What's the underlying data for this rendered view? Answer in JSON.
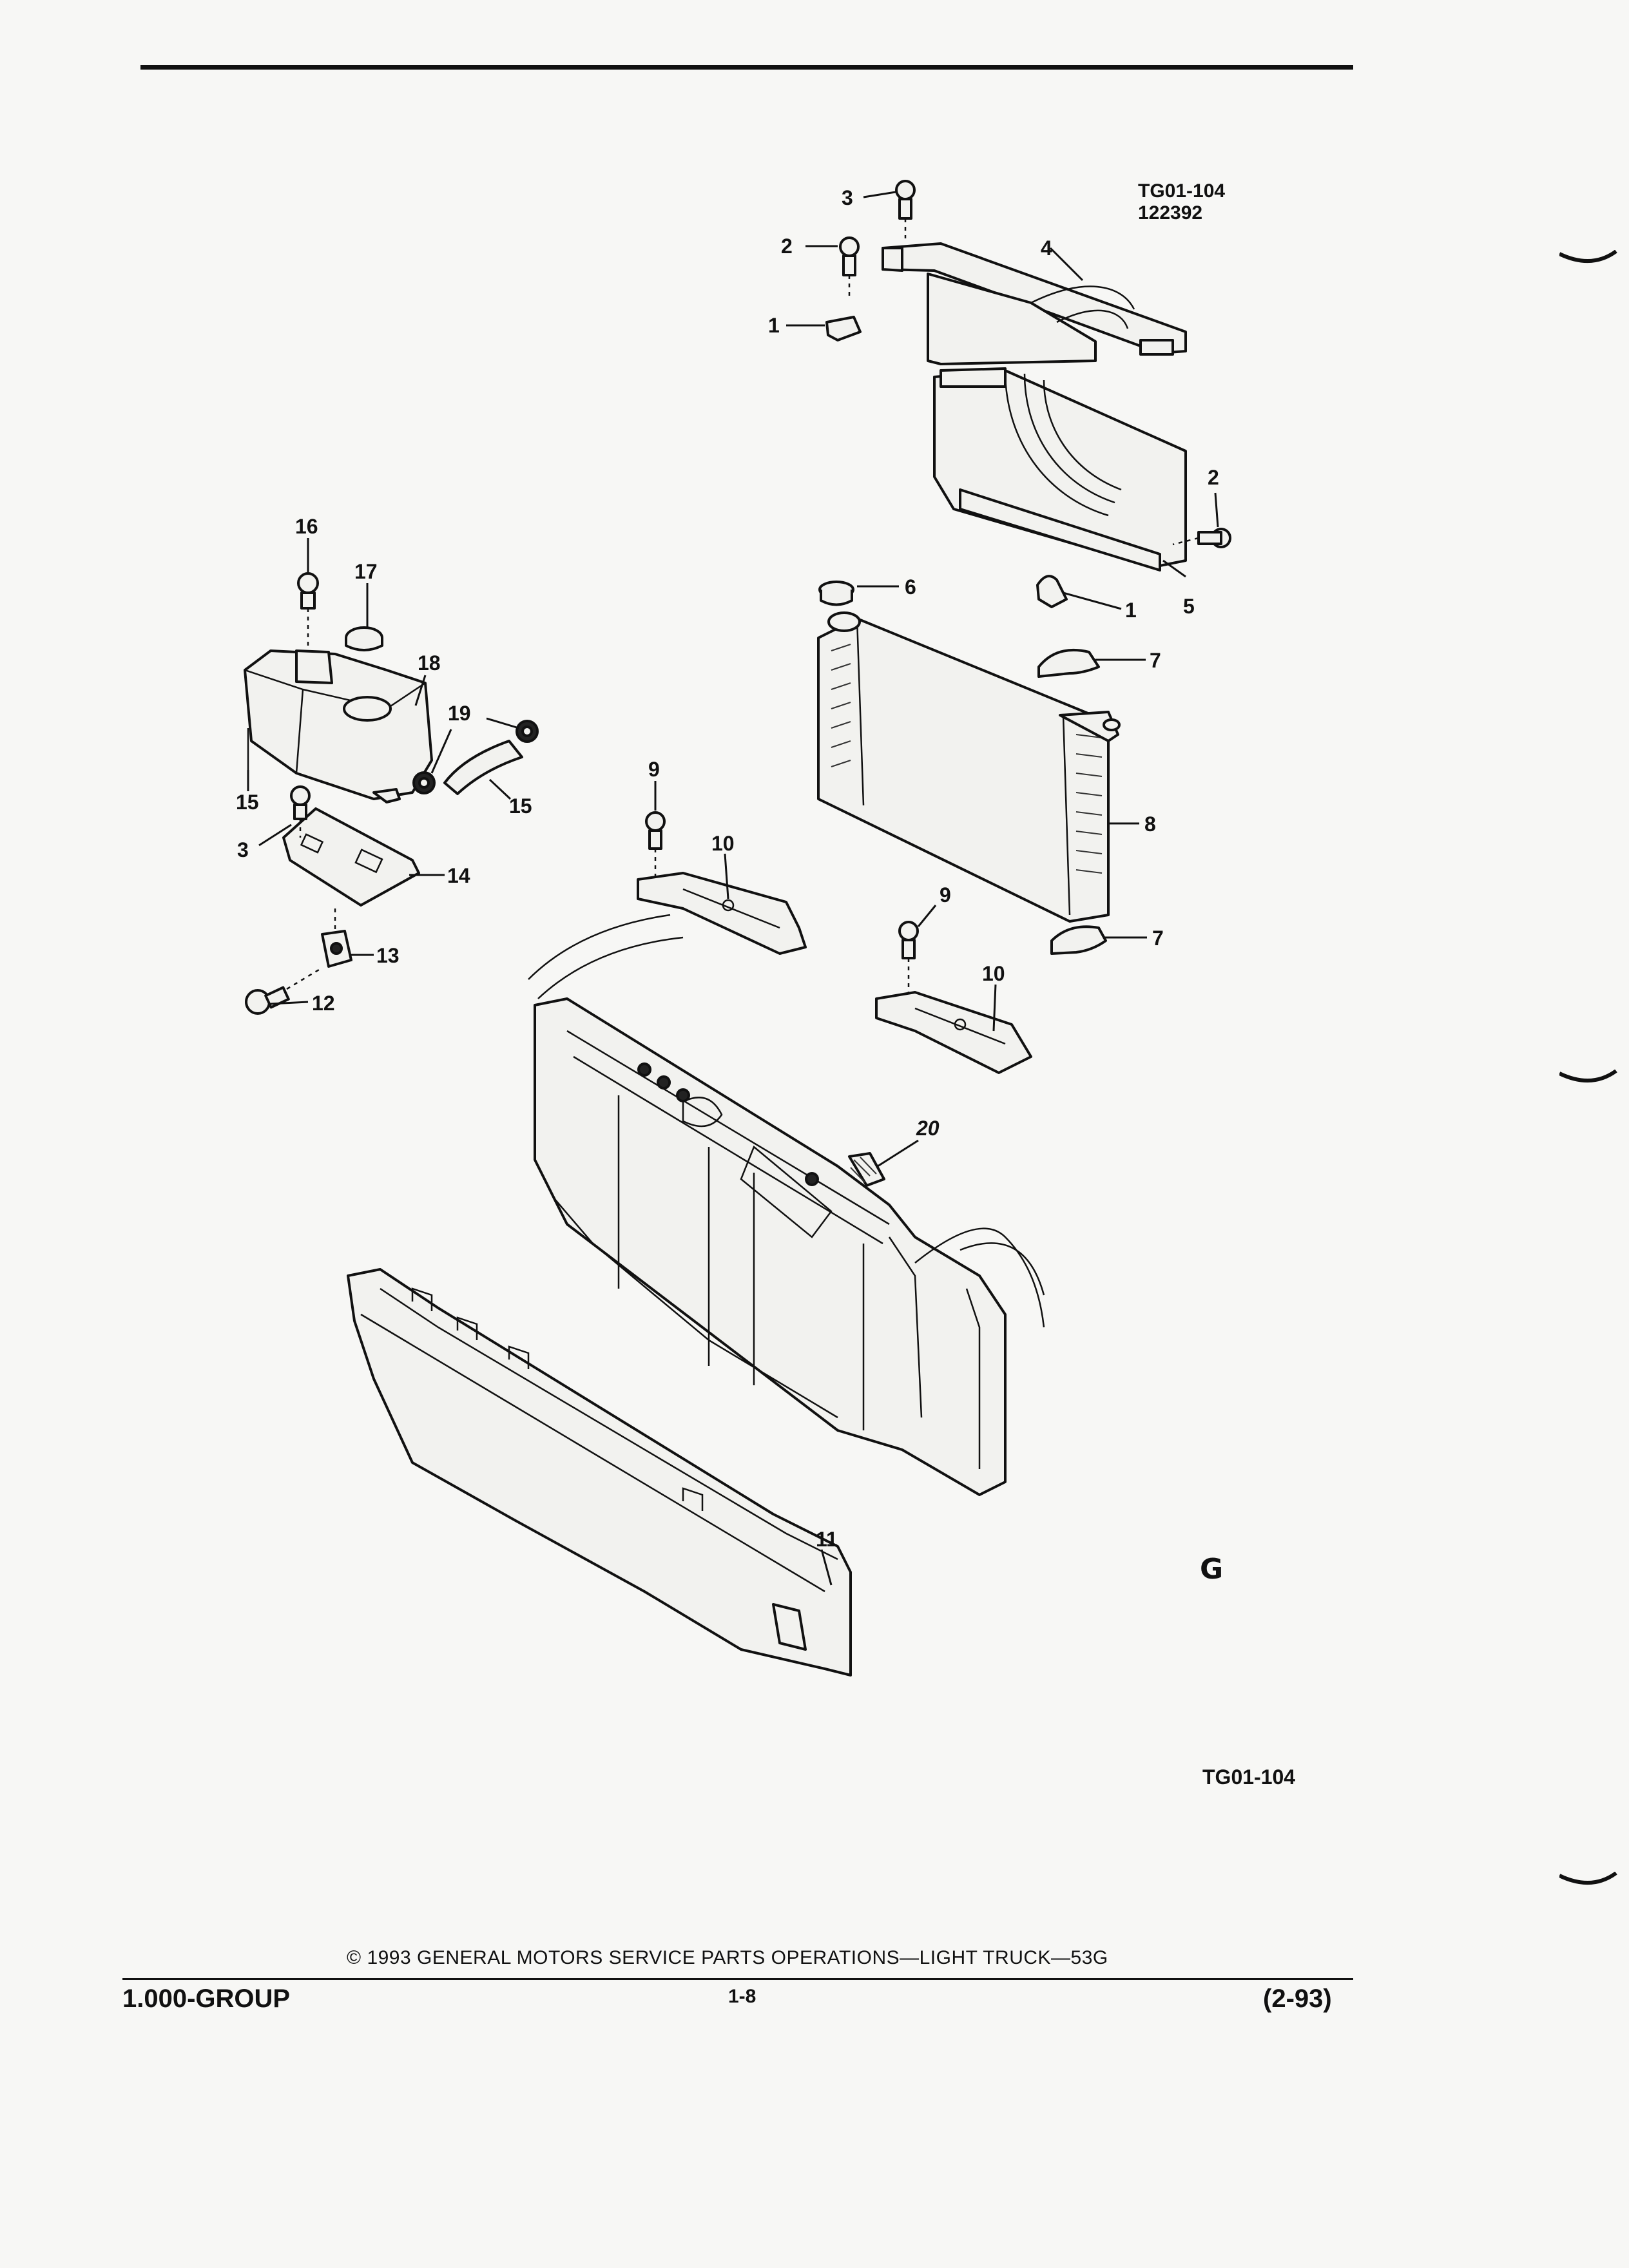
{
  "ref_code": {
    "line1": "TG01-104",
    "line2": "122392"
  },
  "figure_label": "TG01-104",
  "logo_mark": "G",
  "footer": {
    "copyright": "© 1993  GENERAL MOTORS SERVICE PARTS OPERATIONS—LIGHT TRUCK—53G",
    "group": "1.000-GROUP",
    "page": "1-8",
    "date": "(2-93)"
  },
  "callouts": {
    "c3_top": "3",
    "c2_top": "2",
    "c1_top": "1",
    "c4": "4",
    "c2_right": "2",
    "c6": "6",
    "c1_right": "1",
    "c5": "5",
    "c7_top": "7",
    "c8": "8",
    "c7_bottom": "7",
    "c9_left": "9",
    "c10_left": "10",
    "c9_right": "9",
    "c10_right": "10",
    "c16": "16",
    "c17": "17",
    "c18": "18",
    "c19": "19",
    "c15_left": "15",
    "c15_right": "15",
    "c3_left": "3",
    "c14": "14",
    "c13": "13",
    "c12": "12",
    "c20": "20",
    "c11": "11"
  }
}
